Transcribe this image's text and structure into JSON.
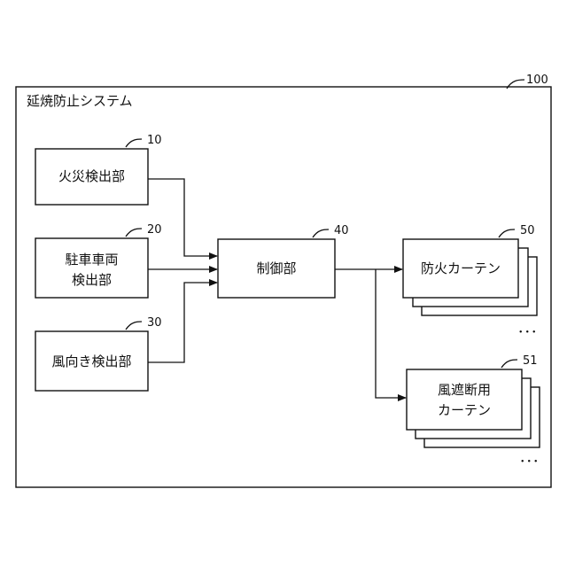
{
  "system": {
    "title": "延焼防止システム",
    "ref": "100"
  },
  "fire_detector": {
    "label": "火災検出部",
    "ref": "10"
  },
  "vehicle_detector": {
    "label_line1": "駐車車両",
    "label_line2": "検出部",
    "ref": "20"
  },
  "wind_detector": {
    "label": "風向き検出部",
    "ref": "30"
  },
  "controller": {
    "label": "制御部",
    "ref": "40"
  },
  "fire_curtain": {
    "label": "防火カーテン",
    "ref": "50",
    "more": "･･･"
  },
  "wind_curtain": {
    "label_line1": "風遮断用",
    "label_line2": "カーテン",
    "ref": "51",
    "more": "･･･"
  }
}
